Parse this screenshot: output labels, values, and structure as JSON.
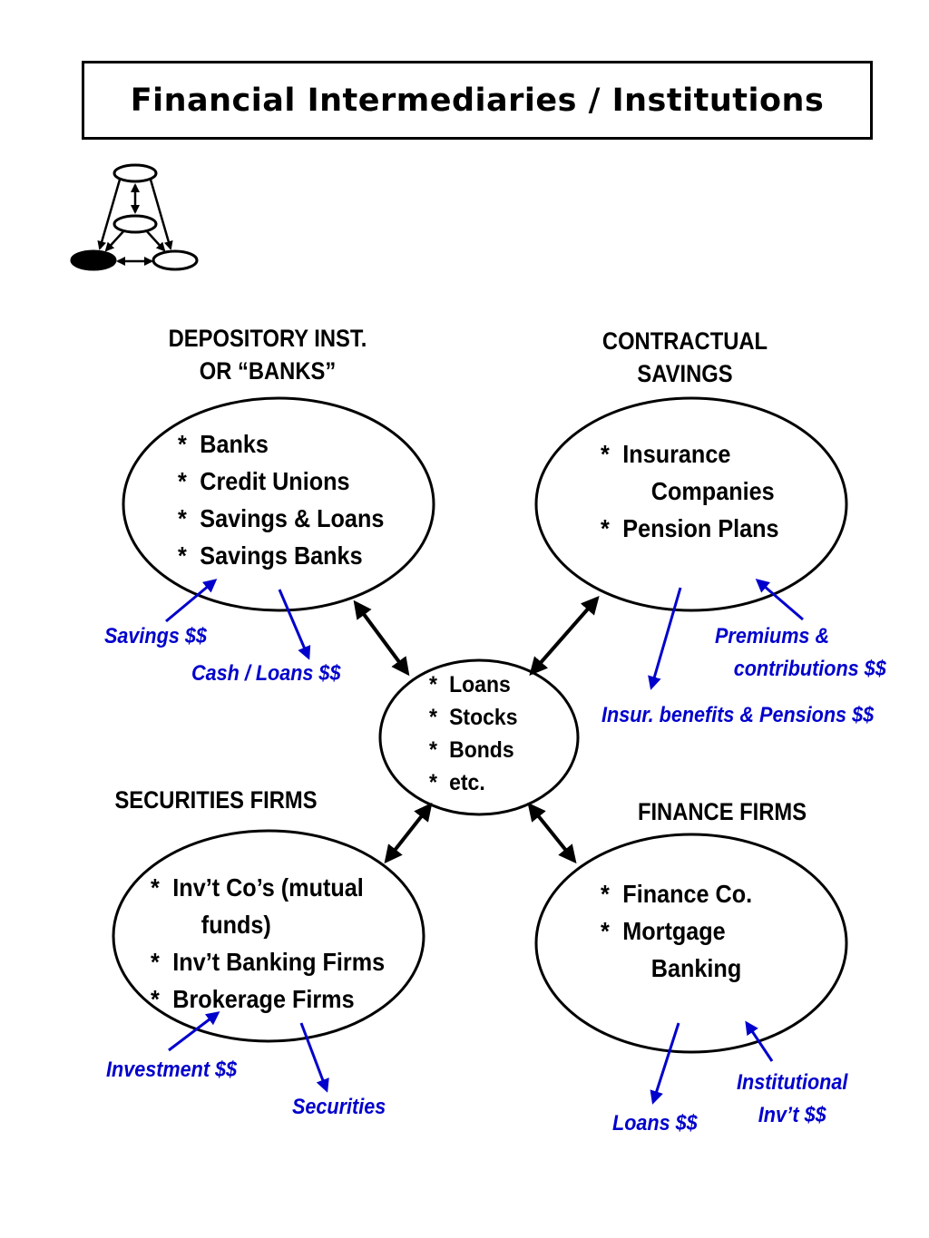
{
  "title": "Financial Intermediaries / Institutions",
  "colors": {
    "flow": "#0000cc",
    "line": "#000000"
  },
  "depository": {
    "heading": [
      "DEPOSITORY INST.",
      "OR “BANKS”"
    ],
    "items": [
      "Banks",
      "Credit Unions",
      "Savings & Loans",
      "Savings Banks"
    ],
    "inflow": "Savings $$",
    "outflow": "Cash / Loans $$"
  },
  "contractual": {
    "heading": [
      "CONTRACTUAL",
      "SAVINGS"
    ],
    "items": [
      [
        "Insurance",
        "Companies"
      ],
      [
        "Pension Plans"
      ]
    ],
    "inflow": [
      "Premiums &",
      "contributions $$"
    ],
    "outflow": "Insur. benefits & Pensions $$"
  },
  "center": {
    "items": [
      "Loans",
      "Stocks",
      "Bonds",
      "etc."
    ]
  },
  "securities": {
    "heading": "SECURITIES FIRMS",
    "items": [
      [
        "Inv’t Co’s (mutual",
        "funds)"
      ],
      [
        "Inv’t Banking Firms"
      ],
      [
        "Brokerage Firms"
      ]
    ],
    "inflow": "Investment $$",
    "outflow": "Securities"
  },
  "finance": {
    "heading": "FINANCE FIRMS",
    "items": [
      [
        "Finance Co."
      ],
      [
        "Mortgage",
        "Banking"
      ]
    ],
    "inflow": [
      "Institutional",
      "Inv’t $$"
    ],
    "outflow": "Loans $$"
  },
  "bullet": "*"
}
